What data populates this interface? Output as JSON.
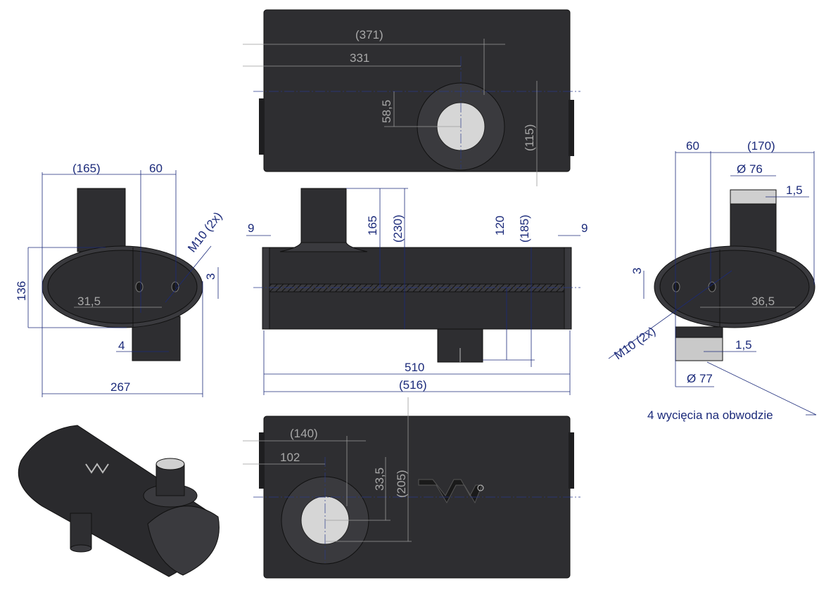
{
  "drawing": {
    "top_view": {
      "dim_371": "(371)",
      "dim_331": "331",
      "dim_58_5": "58,5",
      "dim_115": "(115)"
    },
    "front_view": {
      "dim_9_left": "9",
      "dim_9_right": "9",
      "dim_165": "165",
      "dim_230": "(230)",
      "dim_120": "120",
      "dim_185": "(185)",
      "dim_510": "510",
      "dim_516": "(516)"
    },
    "left_view": {
      "dim_165": "(165)",
      "dim_60": "60",
      "dim_m10": "M10 (2x)",
      "dim_136": "136",
      "dim_3": "3",
      "dim_31_5": "31,5",
      "dim_4": "4",
      "dim_267": "267"
    },
    "right_view": {
      "dim_60": "60",
      "dim_170": "(170)",
      "dim_d76": "Ø 76",
      "dim_1_5_top": "1,5",
      "dim_3": "3",
      "dim_36_5": "36,5",
      "dim_m10": "M10 (2x)",
      "dim_1_5_bottom": "1,5",
      "dim_d77": "Ø 77",
      "note": "4 wycięcia na obwodzie"
    },
    "bottom_view": {
      "dim_140": "(140)",
      "dim_102": "102",
      "dim_33_5": "33,5",
      "dim_205": "(205)",
      "logo_text": "W"
    },
    "colors": {
      "dimension": "#1b2a7a",
      "body": "#2e2e31",
      "gray_dimension": "#a8a8a8"
    }
  }
}
